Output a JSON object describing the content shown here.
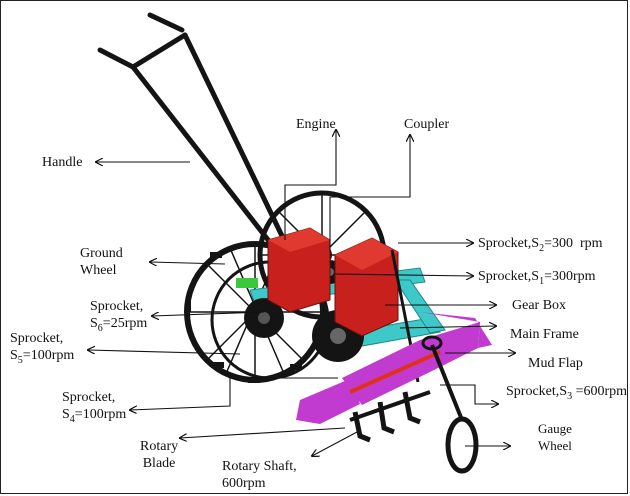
{
  "labels": {
    "handle": "Handle",
    "engine": "Engine",
    "coupler": "Coupler",
    "ground_wheel_1": "Ground",
    "ground_wheel_2": "Wheel",
    "sprocket_s6_1": "Sprocket,",
    "sprocket_s6_2": "S",
    "sprocket_s6_sub": "6",
    "sprocket_s6_3": "=25rpm",
    "sprocket_s5_1": "Sprocket,",
    "sprocket_s5_2": "S",
    "sprocket_s5_sub": "5",
    "sprocket_s5_3": "=100rpm",
    "sprocket_s4_1": "Sprocket,",
    "sprocket_s4_2": "S",
    "sprocket_s4_sub": "4",
    "sprocket_s4_3": "=100rpm",
    "sprocket_s2_1": "Sprocket,S",
    "sprocket_s2_sub": "2",
    "sprocket_s2_2": "=300  rpm",
    "sprocket_s1_1": "Sprocket,S",
    "sprocket_s1_sub": "1",
    "sprocket_s1_2": "=300rpm",
    "gear_box": "Gear Box",
    "main_frame": "Main Frame",
    "mud_flap": "Mud Flap",
    "sprocket_s3_1": "Sprocket,S",
    "sprocket_s3_sub": "3",
    "sprocket_s3_2": " =600rpm",
    "gauge_wheel_1": "Gauge",
    "gauge_wheel_2": "Wheel",
    "rotary_blade_1": "Rotary",
    "rotary_blade_2": "Blade",
    "rotary_shaft_1": "Rotary Shaft,",
    "rotary_shaft_2": "600rpm"
  },
  "colors": {
    "engine_red": "#c8201c",
    "frame_cyan": "#3ec8c8",
    "flap_magenta": "#c23bd0",
    "lever_green": "#3cc83c",
    "metal_black": "#141414"
  }
}
